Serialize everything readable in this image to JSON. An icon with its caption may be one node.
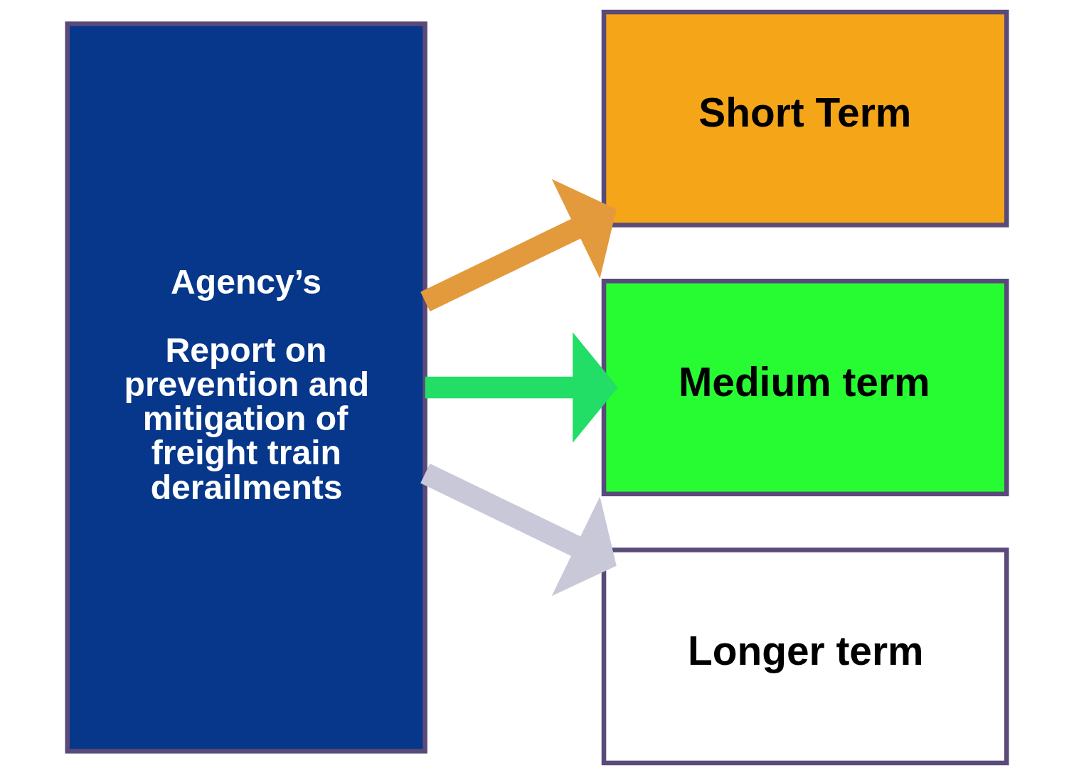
{
  "diagram": {
    "nodes": [
      {
        "text": [
          "Agency’s",
          "Report on prevention and mitigation of freight train derailments"
        ]
      },
      {
        "text": [
          "Short Term"
        ]
      },
      {
        "text": [
          "Medium term"
        ]
      },
      {
        "text": [
          "Longer term"
        ]
      }
    ],
    "edges": [
      {
        "from": 0,
        "to": 1,
        "arrow": "to",
        "color": "#e39a3c"
      },
      {
        "from": 0,
        "to": 2,
        "arrow": "to",
        "color": "#22dd66"
      },
      {
        "from": 0,
        "to": 3,
        "arrow": "to",
        "color": "#c8c8d8"
      }
    ]
  }
}
